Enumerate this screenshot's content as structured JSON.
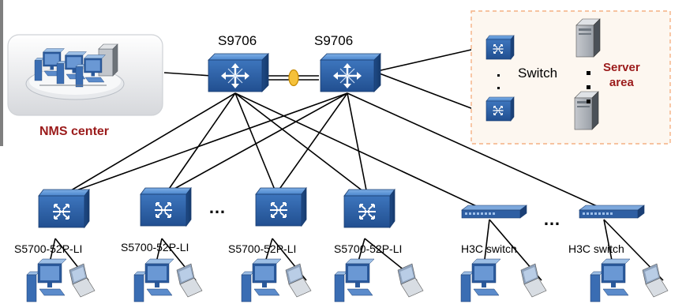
{
  "nms": {
    "label": "NMS center"
  },
  "core": {
    "left_label": "S9706",
    "right_label": "S9706"
  },
  "server_area": {
    "label": "Server\narea",
    "switch_label": "Switch"
  },
  "access": {
    "labels": [
      "S5700-52P-LI",
      "S5700-52P-LI",
      "S5700-52P-LI",
      "S5700-52P-LI",
      "H3C switch",
      "H3C switch"
    ],
    "ellipsis": "…"
  },
  "colors": {
    "accent_red": "#9b1b1b",
    "device_blue": "#2f64a8",
    "server_area_border": "#f4b183"
  },
  "icons": [
    "nms-center-icon",
    "core-switch-icon",
    "switch-icon",
    "server-icon",
    "rack-switch-icon",
    "pc-icon",
    "laptop-icon"
  ]
}
